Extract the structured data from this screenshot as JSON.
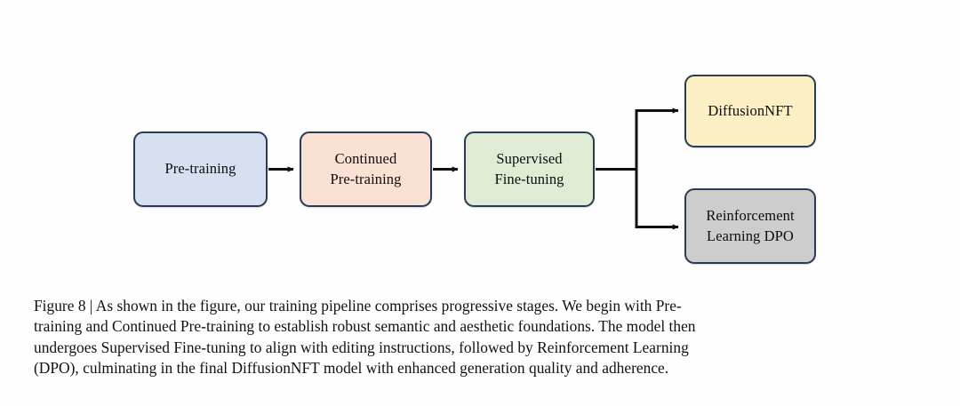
{
  "figure": {
    "background_color": "#fefefe",
    "diagram": {
      "name": "training-pipeline-flowchart",
      "border_color": "#2b3a57",
      "arrow_color": "#111111",
      "nodes": [
        {
          "id": "pretraining",
          "label": "Pre-training",
          "fill": "#d7e0f1",
          "border": "#2b3a57"
        },
        {
          "id": "continued-pretraining",
          "label": "Continued\nPre-training",
          "fill": "#fae1d4",
          "border": "#2b3a57"
        },
        {
          "id": "supervised-finetuning",
          "label": "Supervised\nFine-tuning",
          "fill": "#dfebd2",
          "border": "#2b3a57"
        },
        {
          "id": "diffusionnft",
          "label": "DiffusionNFT",
          "fill": "#fcefc4",
          "border": "#2b3a57"
        },
        {
          "id": "reinforcement-learning-dpo",
          "label": "Reinforcement\nLearning DPO",
          "fill": "#cdcdcd",
          "border": "#2b3a57"
        }
      ],
      "edges": [
        {
          "from": "pretraining",
          "to": "continued-pretraining",
          "style": "arrow"
        },
        {
          "from": "continued-pretraining",
          "to": "supervised-finetuning",
          "style": "arrow"
        },
        {
          "from": "supervised-finetuning",
          "to": "diffusionnft",
          "style": "elbow-arrow-up"
        },
        {
          "from": "supervised-finetuning",
          "to": "reinforcement-learning-dpo",
          "style": "elbow-arrow-down"
        }
      ]
    },
    "caption": {
      "label": "Figure 8 |",
      "lines": [
        "Figure 8 | As shown in the figure, our training pipeline comprises progressive stages.  We begin with Pre-",
        "training and Continued Pre-training to establish robust semantic and aesthetic foundations. The model then",
        "undergoes Supervised Fine-tuning to align with editing instructions, followed by Reinforcement Learning",
        "(DPO), culminating in the final DiffusionNFT model with enhanced generation quality and adherence."
      ],
      "full_text": "Figure 8 | As shown in the figure, our training pipeline comprises progressive stages. We begin with Pre-training and Continued Pre-training to establish robust semantic and aesthetic foundations. The model then undergoes Supervised Fine-tuning to align with editing instructions, followed by Reinforcement Learning (DPO), culminating in the final DiffusionNFT model with enhanced generation quality and adherence."
    }
  }
}
